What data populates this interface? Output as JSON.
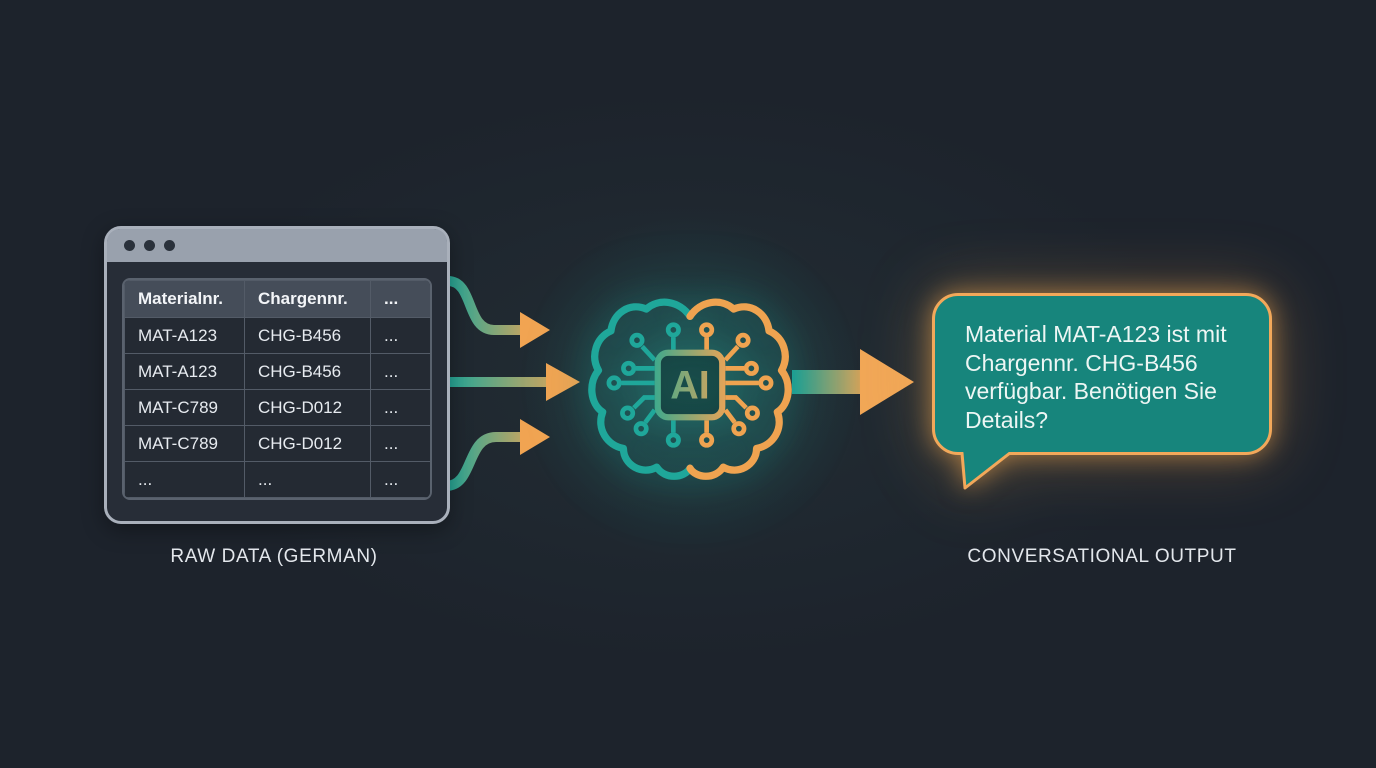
{
  "diagram": {
    "colors": {
      "background": "#1d232c",
      "teal": "#1fa79a",
      "orange": "#f0a452",
      "bubble_fill": "#17857c",
      "bubble_border": "#f2a85a",
      "window_chrome": "#99a1ad"
    },
    "window": {
      "caption": "RAW DATA (GERMAN)",
      "table": {
        "headers": [
          "Materialnr.",
          "Chargennr.",
          "..."
        ],
        "rows": [
          [
            "MAT-A123",
            "CHG-B456",
            "..."
          ],
          [
            "MAT-A123",
            "CHG-B456",
            "..."
          ],
          [
            "MAT-C789",
            "CHG-D012",
            "..."
          ],
          [
            "MAT-C789",
            "CHG-D012",
            "..."
          ],
          [
            "...",
            "...",
            "..."
          ]
        ]
      }
    },
    "ai": {
      "chip_label": "AI"
    },
    "output": {
      "caption": "CONVERSATIONAL OUTPUT",
      "message": "Material MAT-A123 ist mit Chargennr. CHG-B456 verfügbar. Benötigen Sie Details?",
      "message_lines": [
        "Material MAT-A123 ist mit",
        "Chargennr. CHG-B456",
        "verfügbar. Benötigen Sie",
        "Details?"
      ]
    }
  }
}
